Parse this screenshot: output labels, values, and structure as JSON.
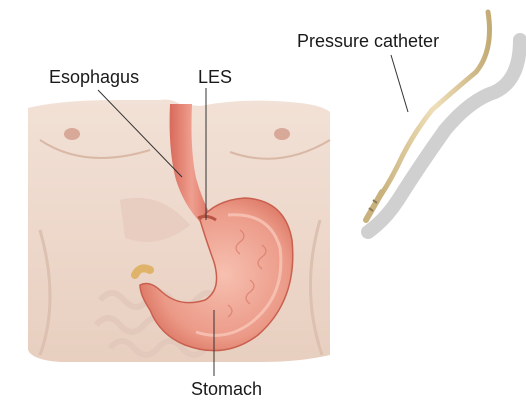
{
  "labels": {
    "esophagus": "Esophagus",
    "les": "LES",
    "pressure_catheter": "Pressure catheter",
    "stomach": "Stomach"
  },
  "colors": {
    "skin": "#eed9cd",
    "skin_shadow": "#d9b8a6",
    "stomach": "#e88f80",
    "stomach_inner": "#f4b6a6",
    "esophagus": "#e47f70",
    "catheter": "#d9c49a",
    "catheter_shadow": "#bdbdbd",
    "leader_line": "#333333"
  },
  "icons": {
    "torso": "torso-illustration",
    "stomach": "stomach-illustration",
    "catheter": "catheter-illustration"
  }
}
